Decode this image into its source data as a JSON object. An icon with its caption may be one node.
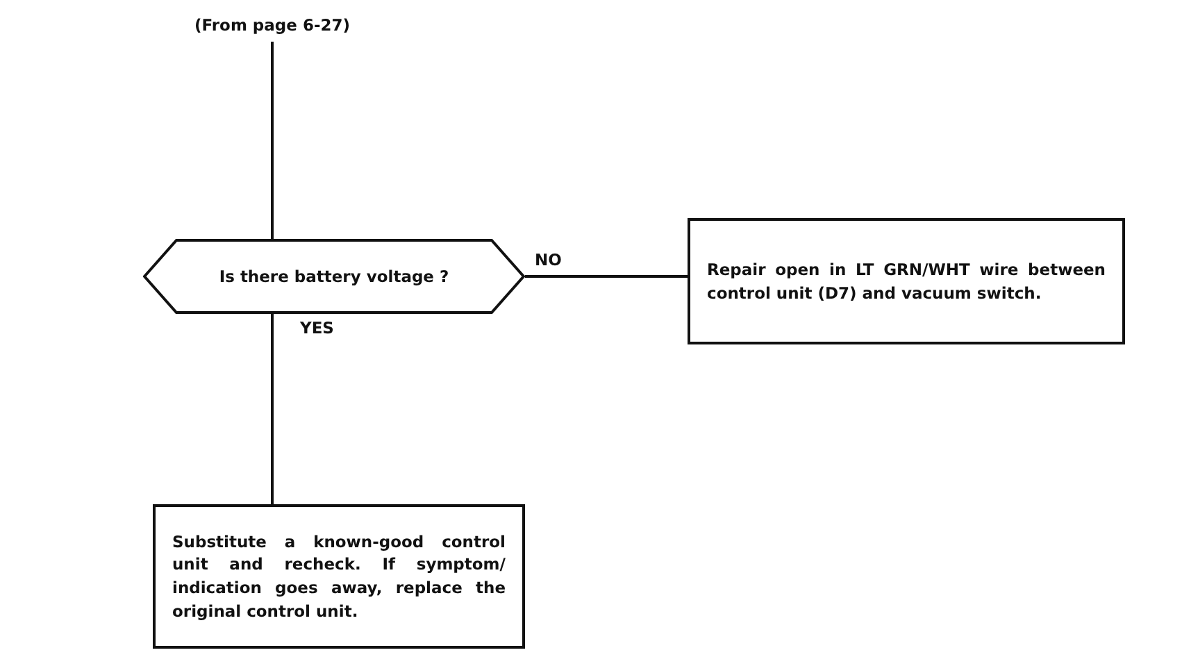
{
  "diagram": {
    "nodes": [
      {
        "text": [
          "(From page 6-27)"
        ]
      },
      {
        "text": [
          "Is there battery voltage ?"
        ]
      },
      {
        "text": [
          "Repair open in LT GRN/WHT wire between control unit (D7) and vacuum switch."
        ]
      },
      {
        "text": [
          "Substitute a known-good control unit and recheck. If symptom/ indication goes away, replace the original control unit."
        ]
      }
    ],
    "edges": [
      {
        "from": 0,
        "to": 1,
        "arrow": "none"
      },
      {
        "from": 1,
        "to": 2,
        "arrow": "none",
        "label": "NO"
      },
      {
        "from": 1,
        "to": 3,
        "arrow": "none",
        "label": "YES"
      }
    ]
  }
}
